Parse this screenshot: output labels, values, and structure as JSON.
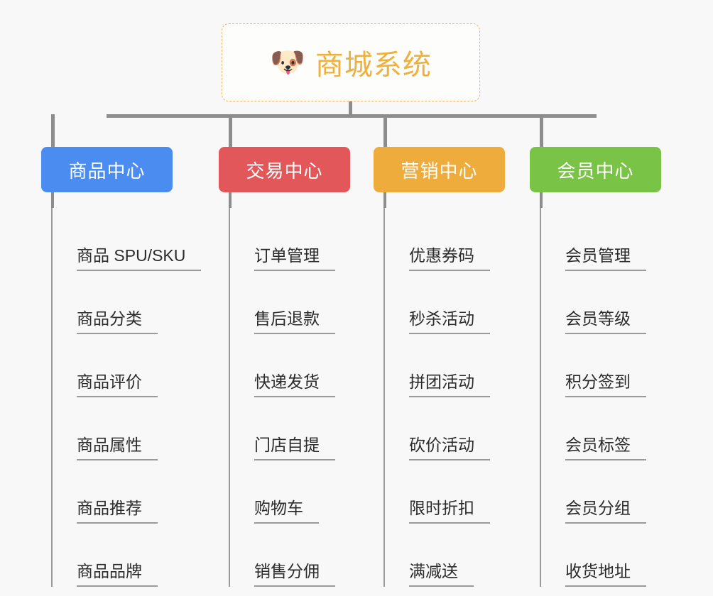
{
  "root": {
    "icon": "shiba-dog-emoji",
    "emoji": "🐶",
    "title": "商城系统",
    "border_color": "#e8b861",
    "text_color": "#f0b03c"
  },
  "branches": [
    {
      "label": "商品中心",
      "color": "#4a8cf0",
      "items": [
        "商品 SPU/SKU",
        "商品分类",
        "商品评价",
        "商品属性",
        "商品推荐",
        "商品品牌"
      ]
    },
    {
      "label": "交易中心",
      "color": "#e2585a",
      "items": [
        "订单管理",
        "售后退款",
        "快递发货",
        "门店自提",
        "购物车",
        "销售分佣"
      ]
    },
    {
      "label": "营销中心",
      "color": "#eeac3c",
      "items": [
        "优惠券码",
        "秒杀活动",
        "拼团活动",
        "砍价活动",
        "限时折扣",
        "满减送"
      ]
    },
    {
      "label": "会员中心",
      "color": "#79c346",
      "items": [
        "会员管理",
        "会员等级",
        "积分签到",
        "会员标签",
        "会员分组",
        "收货地址"
      ]
    }
  ],
  "connector_color": "#8d8d8d",
  "background_color": "#f8f8f8"
}
